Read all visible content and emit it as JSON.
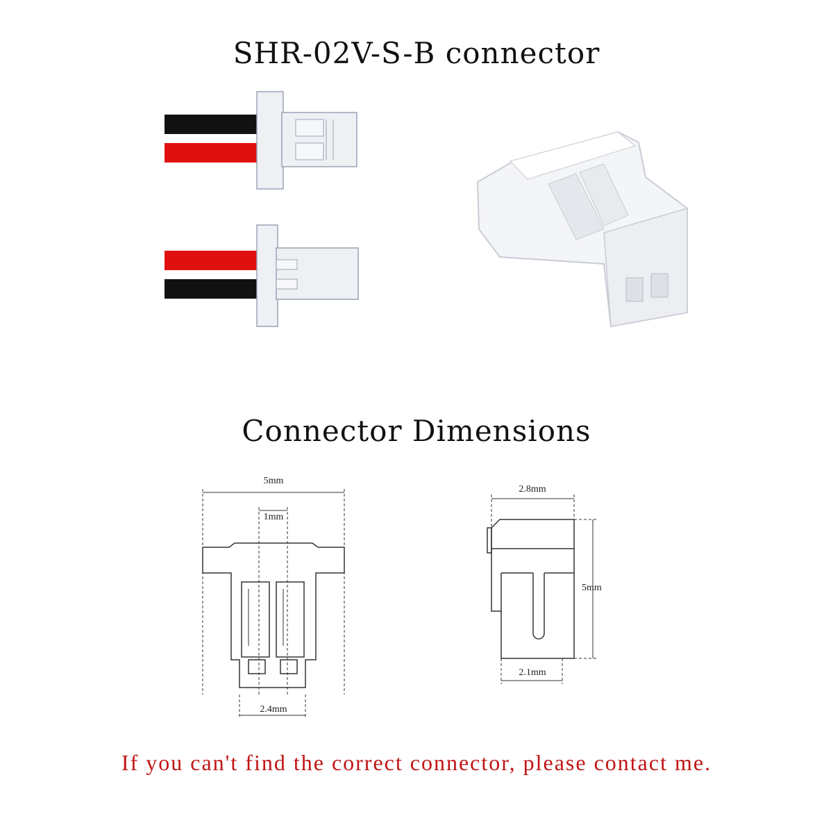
{
  "title": "SHR-02V-S-B connector",
  "section_title": "Connector Dimensions",
  "front_view": {
    "width_label": "5mm",
    "pitch_label": "1mm",
    "bottom_label": "2.4mm"
  },
  "side_view": {
    "top_label": "2.8mm",
    "height_label": "5mm",
    "bottom_label": "2.1mm"
  },
  "footer": "If you can't find the correct connector, please contact me.",
  "colors": {
    "wire_red": "#e01010",
    "wire_black": "#111111",
    "housing": "#eef0f4",
    "footer_text": "#c01414"
  }
}
